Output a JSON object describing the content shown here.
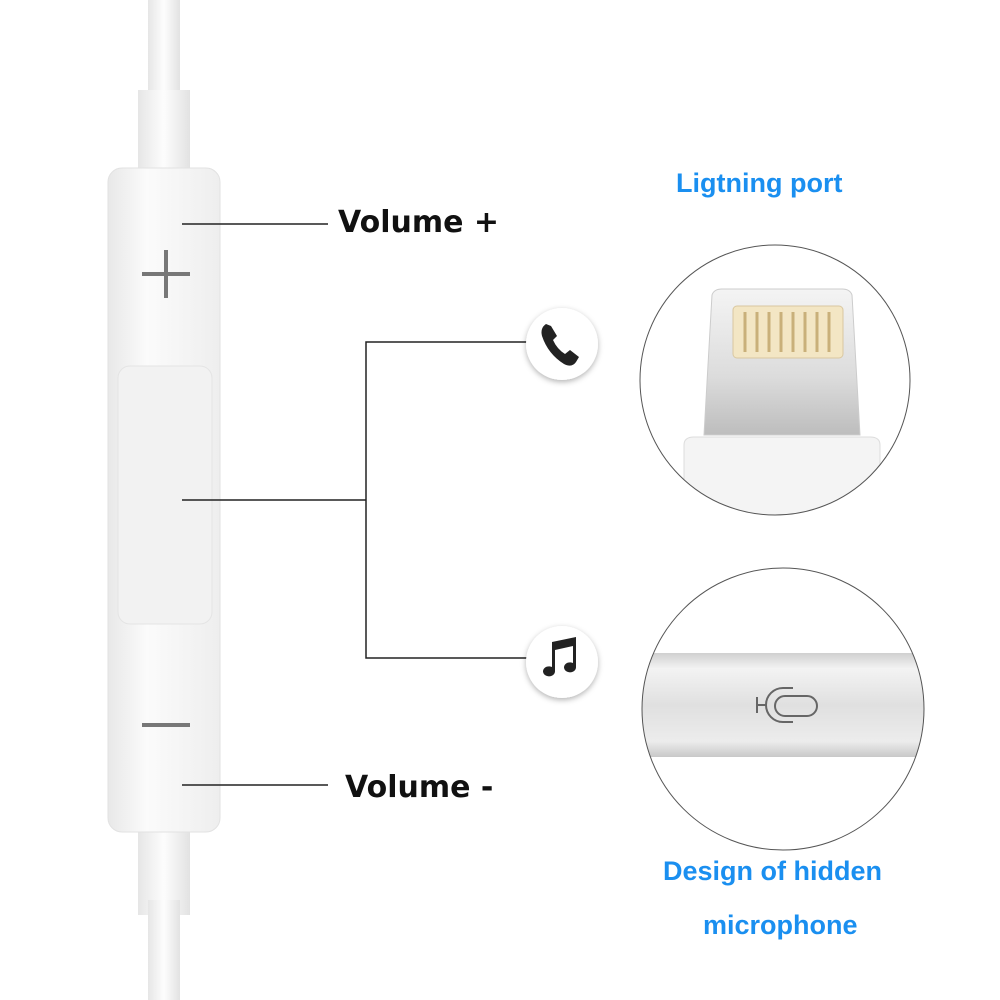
{
  "labels": {
    "volume_up": "Volume +",
    "volume_down": "Volume -",
    "lightning_port": "Ligtning port",
    "hidden_mic_line1": "Design of hidden",
    "hidden_mic_line2": "microphone"
  },
  "icons": {
    "call": "phone-icon",
    "music": "music-note-icon",
    "mic": "microphone-icon"
  },
  "colors": {
    "accent": "#1a8ff0",
    "text": "#111111"
  }
}
